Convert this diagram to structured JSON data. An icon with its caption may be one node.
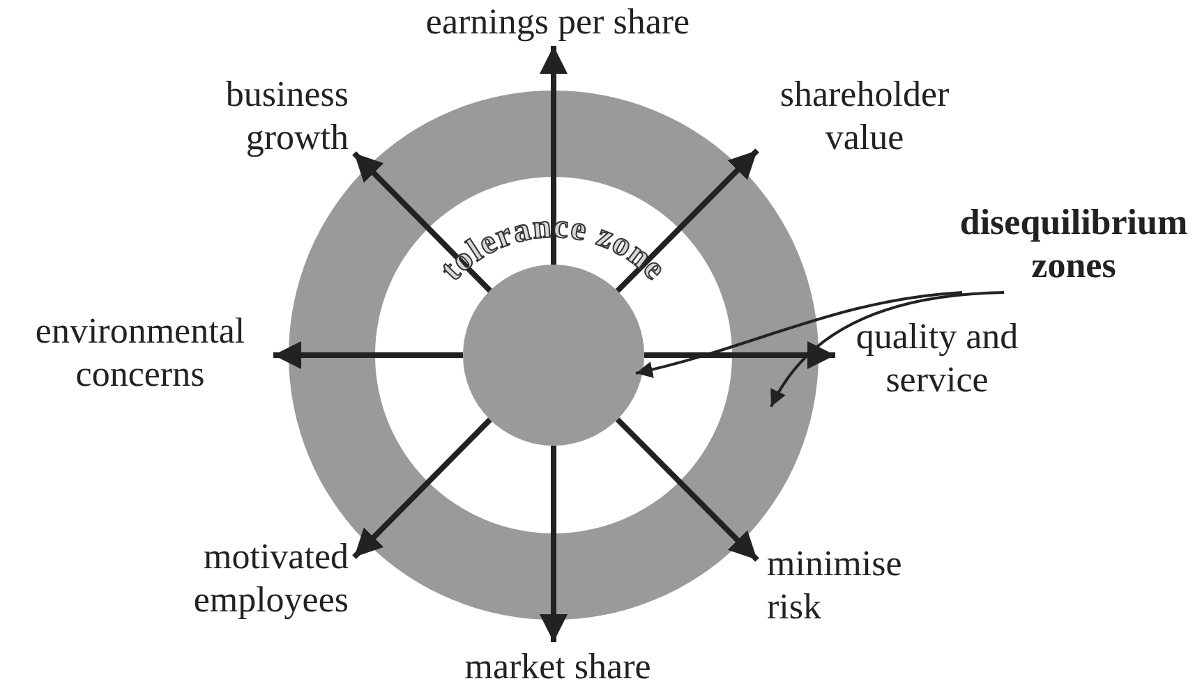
{
  "diagram": {
    "nodes": [
      {
        "text": [],
        "shape": "circle"
      },
      {
        "text": [
          "tolerance zone"
        ],
        "in": 0
      },
      {
        "text": [],
        "shape": "circle",
        "in": 1
      },
      {
        "text": [
          "earnings per share"
        ]
      },
      {
        "text": [
          "business growth"
        ]
      },
      {
        "text": [
          "shareholder value"
        ]
      },
      {
        "text": [
          "environmental concerns"
        ]
      },
      {
        "text": [
          "quality and service"
        ]
      },
      {
        "text": [
          "motivated employees"
        ]
      },
      {
        "text": [
          "minimise risk"
        ]
      },
      {
        "text": [
          "market share"
        ]
      },
      {
        "text": [
          "disequilibrium zones"
        ]
      }
    ],
    "edges": [
      {
        "from": 2,
        "to": 3,
        "arrow": "to"
      },
      {
        "from": 2,
        "to": 4,
        "arrow": "to"
      },
      {
        "from": 2,
        "to": 5,
        "arrow": "to"
      },
      {
        "from": 2,
        "to": 6,
        "arrow": "to"
      },
      {
        "from": 2,
        "to": 7,
        "arrow": "to"
      },
      {
        "from": 2,
        "to": 8,
        "arrow": "to"
      },
      {
        "from": 2,
        "to": 9,
        "arrow": "to"
      },
      {
        "from": 2,
        "to": 10,
        "arrow": "to"
      },
      {
        "from": 11,
        "to": 2,
        "arrow": "to"
      },
      {
        "from": 11,
        "to": 0,
        "arrow": "to"
      }
    ]
  }
}
